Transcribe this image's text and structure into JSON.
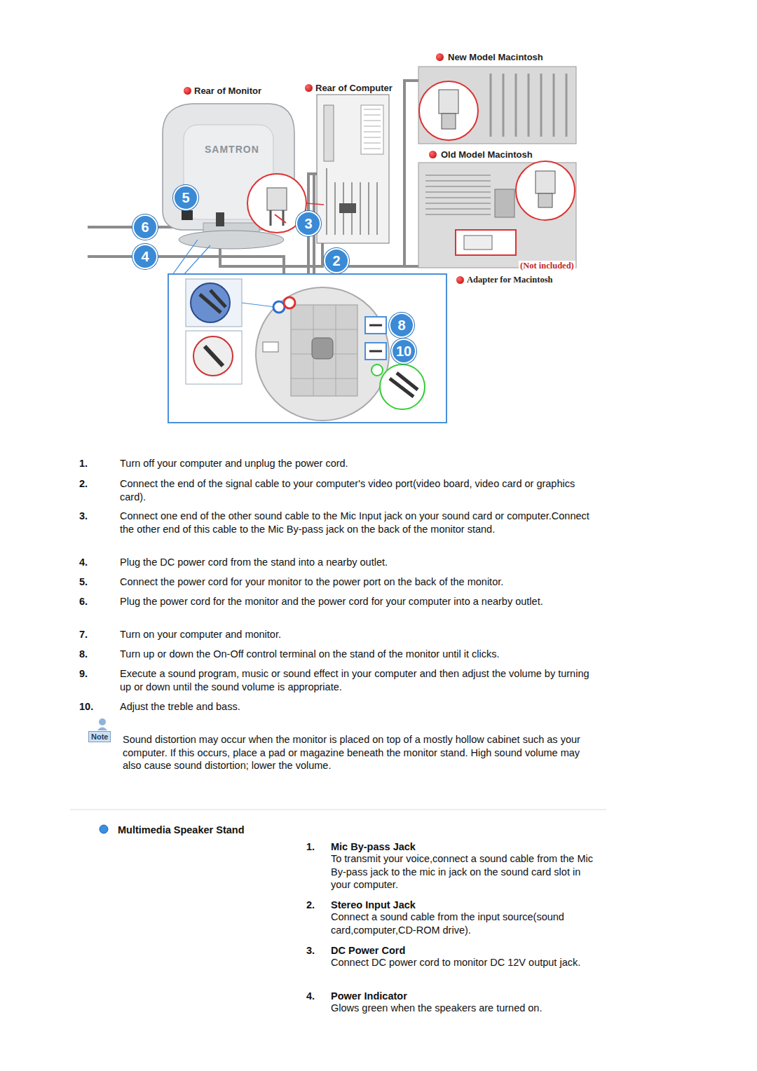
{
  "diagram": {
    "nodes": [
      {
        "text": [
          "New Model Macintosh"
        ]
      },
      {
        "text": [
          "Old Model Macintosh",
          "(Not included)"
        ]
      },
      {
        "text": [
          "5"
        ]
      },
      {
        "text": [
          "6"
        ]
      },
      {
        "text": [
          "3"
        ]
      },
      {
        "text": [
          "4"
        ]
      },
      {
        "text": [
          "2"
        ]
      },
      {
        "text": [
          "8"
        ]
      },
      {
        "text": [
          "10"
        ]
      }
    ],
    "labels": [
      "SAMTRON",
      "Rear of Monitor",
      "Rear of Computer",
      "Adapter for Macintosh",
      "1.",
      "Turn off your computer and unplug the power cord.",
      "2.",
      "Connect the end of the signal cable to your computer's video port(video board, video card or graphics card).",
      "3.",
      "Connect one end of the other sound cable to the Mic Input jack on your sound card or computer.Connect the other end of this cable to the Mic By-pass jack on the back of the monitor stand.",
      "4.",
      "Plug the DC power cord from the stand into a nearby outlet.",
      "5.",
      "Connect the power cord for your monitor to the power port on the back of the monitor.",
      "6.",
      "Plug the power cord for the monitor and the power cord for your computer into a nearby outlet.",
      "7.",
      "Turn on your computer and monitor.",
      "8.",
      "Turn up or down the On-Off control terminal on the stand of the monitor until it clicks.",
      "9.",
      "Execute a sound program, music or sound effect in your computer and then adjust the volume by turning up or down until the sound volume is appropriate.",
      "10.",
      "Adjust the treble and bass.",
      "Note",
      "Sound distortion may occur when the monitor is placed on top of a mostly hollow cabinet such as your computer. If this occurs, place a pad or magazine beneath the monitor stand. High sound volume may also cause sound distortion; lower the volume.",
      "Multimedia Speaker Stand",
      "1.",
      "Mic By-pass Jack",
      "To transmit your voice,connect a sound cable from the Mic By-pass jack to the mic in jack on the sound card slot in your computer.",
      "2.",
      "Stereo Input Jack",
      "Connect a sound cable from the input source(sound card,computer,CD-ROM drive).",
      "3.",
      "DC Power Cord",
      "Connect DC power cord to monitor DC 12V output jack.",
      "4.",
      "Power Indicator",
      "Glows green when the speakers are turned on."
    ]
  }
}
